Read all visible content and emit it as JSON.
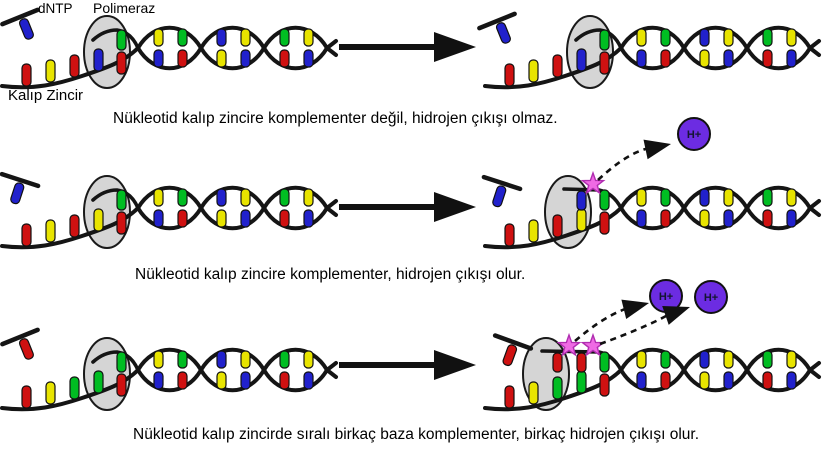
{
  "labels": {
    "dntp": "dNTP",
    "polymerase": "Polimeraz",
    "template_strand": "Kalıp Zincir",
    "hydrogen_ion": "H+"
  },
  "captions_note": "per-row captions are in rows[].caption",
  "colors": {
    "base_red": "#cf1111",
    "base_yellow": "#e8e400",
    "base_green": "#00bd22",
    "base_blue": "#2121cc",
    "strand": "#151515",
    "polymerase_fill": "#d5d5d5",
    "polymerase_stroke": "#1a1a1a",
    "hydrogen_fill": "#6c2ce2",
    "hydrogen_text": "#141432",
    "star_fill": "#ef6ae4",
    "star_stroke": "#b02db0",
    "arrow": "#111111",
    "text": "#000000"
  },
  "helix_pairs": [
    [
      "yellow",
      "blue"
    ],
    [
      "green",
      "red"
    ],
    [
      "blue",
      "yellow"
    ],
    [
      "yellow",
      "blue"
    ],
    [
      "green",
      "red"
    ],
    [
      "yellow",
      "blue"
    ]
  ],
  "edge_pair": [
    "green",
    "red"
  ],
  "rows": [
    {
      "caption": "Nükleotid kalıp zincire komplementer değil, hidrojen çıkışı olmaz.",
      "left": {
        "dntp": "blue",
        "template_bases": [
          "red",
          "yellow",
          "red",
          "blue"
        ],
        "added_bases": [],
        "hydrogen_ions": 0
      },
      "right": {
        "dntp": "blue",
        "template_bases": [
          "red",
          "yellow",
          "red",
          "blue"
        ],
        "added_bases": [],
        "hydrogen_ions": 0
      }
    },
    {
      "caption": "Nükleotid kalıp zincire komplementer, hidrojen çıkışı olur.",
      "left": {
        "dntp": "blue",
        "template_bases": [
          "red",
          "yellow",
          "red",
          "yellow"
        ],
        "added_bases": [],
        "hydrogen_ions": 0
      },
      "right": {
        "dntp": "blue",
        "template_bases": [
          "red",
          "yellow",
          "red",
          "yellow"
        ],
        "added_bases": [
          {
            "position": 3,
            "color": "blue"
          }
        ],
        "hydrogen_ions": 1
      }
    },
    {
      "caption": "Nükleotid kalıp zincirde sıralı birkaç baza komplementer, birkaç hidrojen çıkışı olur.",
      "left": {
        "dntp": "red",
        "template_bases": [
          "red",
          "yellow",
          "green",
          "green"
        ],
        "added_bases": [],
        "hydrogen_ions": 0
      },
      "right": {
        "dntp": "red",
        "template_bases": [
          "red",
          "yellow",
          "green",
          "green"
        ],
        "added_bases": [
          {
            "position": 2,
            "color": "red"
          },
          {
            "position": 3,
            "color": "red"
          }
        ],
        "hydrogen_ions": 2
      }
    }
  ]
}
